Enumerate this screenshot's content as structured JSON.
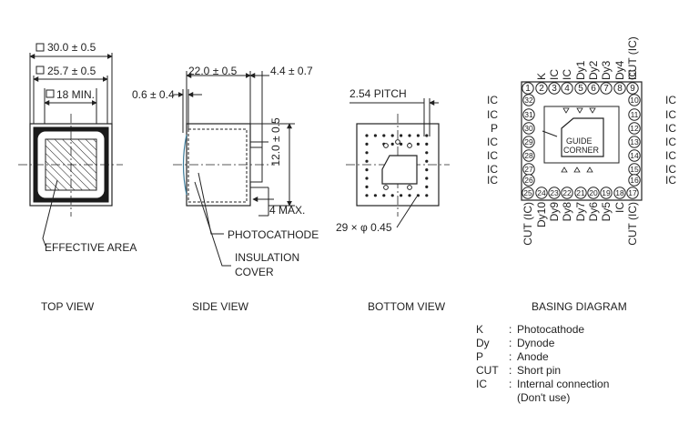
{
  "top_view": {
    "dim_outer": "30.0 ± 0.5",
    "dim_inner": "25.7 ± 0.5",
    "dim_min": "18 MIN.",
    "effective_area": "EFFECTIVE AREA",
    "label": "TOP VIEW"
  },
  "side_view": {
    "dim_width": "22.0 ± 0.5",
    "dim_pin": "4.4 ± 0.7",
    "dim_window": "0.6 ± 0.4",
    "dim_height": "12.0 ± 0.5",
    "dim_max": "4 MAX.",
    "photocathode": "PHOTOCATHODE",
    "insulation_1": "INSULATION",
    "insulation_2": "COVER",
    "label": "SIDE VIEW"
  },
  "bottom_view": {
    "pitch": "2.54 PITCH",
    "pins": "29 × φ 0.45",
    "label": "BOTTOM VIEW"
  },
  "basing": {
    "label": "BASING DIAGRAM",
    "guide_1": "GUIDE",
    "guide_2": "CORNER",
    "top_pins": [
      {
        "n": "1",
        "name": ""
      },
      {
        "n": "2",
        "name": "K"
      },
      {
        "n": "3",
        "name": "IC"
      },
      {
        "n": "4",
        "name": "IC"
      },
      {
        "n": "5",
        "name": "Dy1"
      },
      {
        "n": "6",
        "name": "Dy2"
      },
      {
        "n": "7",
        "name": "Dy3"
      },
      {
        "n": "8",
        "name": "Dy4"
      },
      {
        "n": "9",
        "name": "IC"
      }
    ],
    "top_extra": "CUT (IC)",
    "bottom_pins": [
      {
        "n": "25",
        "name": "CUT (IC)"
      },
      {
        "n": "24",
        "name": "Dy10"
      },
      {
        "n": "23",
        "name": "Dy9"
      },
      {
        "n": "22",
        "name": "Dy8"
      },
      {
        "n": "21",
        "name": "Dy7"
      },
      {
        "n": "20",
        "name": "Dy6"
      },
      {
        "n": "19",
        "name": "Dy5"
      },
      {
        "n": "18",
        "name": "IC"
      },
      {
        "n": "17",
        "name": "CUT (IC)"
      }
    ],
    "left_pins": [
      {
        "n": "32",
        "name": "IC"
      },
      {
        "n": "31",
        "name": "IC"
      },
      {
        "n": "30",
        "name": "P"
      },
      {
        "n": "29",
        "name": "IC"
      },
      {
        "n": "28",
        "name": "IC"
      },
      {
        "n": "27",
        "name": "IC"
      },
      {
        "n": "26",
        "name": "IC"
      }
    ],
    "right_pins": [
      {
        "n": "10",
        "name": "IC"
      },
      {
        "n": "11",
        "name": "IC"
      },
      {
        "n": "12",
        "name": "IC"
      },
      {
        "n": "13",
        "name": "IC"
      },
      {
        "n": "14",
        "name": "IC"
      },
      {
        "n": "15",
        "name": "IC"
      },
      {
        "n": "16",
        "name": "IC"
      }
    ]
  },
  "legend": {
    "rows": [
      {
        "abbr": "K",
        "desc": "Photocathode"
      },
      {
        "abbr": "Dy",
        "desc": "Dynode"
      },
      {
        "abbr": "P",
        "desc": "Anode"
      },
      {
        "abbr": "CUT",
        "desc": "Short pin"
      },
      {
        "abbr": "IC",
        "desc": "Internal connection"
      }
    ],
    "note": "(Don't use)"
  }
}
